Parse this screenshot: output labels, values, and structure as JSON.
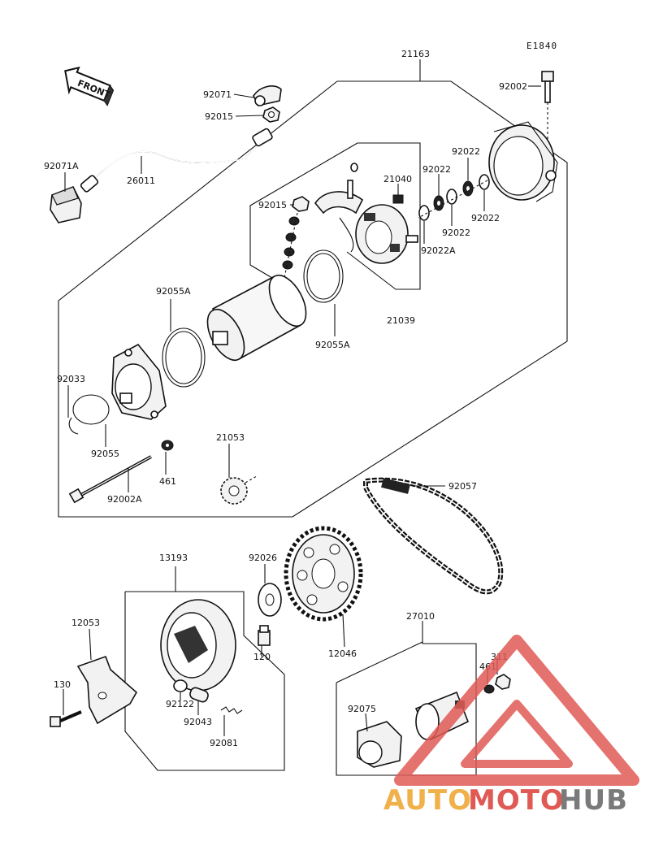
{
  "diagram_code": "E1840",
  "front_label": "FRONT",
  "labels": {
    "p21163": "21163",
    "p92002": "92002",
    "p92071": "92071",
    "p92015_top": "92015",
    "p92071A": "92071A",
    "p26011": "26011",
    "p92015_mid": "92015",
    "p21040": "21040",
    "p92022_a": "92022",
    "p92022_b": "92022",
    "p92022_c": "92022",
    "p92022_d": "92022",
    "p92022A": "92022A",
    "p21039": "21039",
    "p92055A_left": "92055A",
    "p92055A_right": "92055A",
    "p92033": "92033",
    "p92055": "92055",
    "p461_top": "461",
    "p92002A": "92002A",
    "p21053": "21053",
    "p92057": "92057",
    "p13193": "13193",
    "p92026": "92026",
    "p12053": "12053",
    "p120": "120",
    "p12046": "12046",
    "p27010": "27010",
    "p311": "311",
    "p461_bot": "461",
    "p130": "130",
    "p92122": "92122",
    "p92043": "92043",
    "p92081": "92081",
    "p92075": "92075"
  },
  "watermark": {
    "part1": "AUTO",
    "part2": "MOTO",
    "part3": "HUB",
    "color1": "#f0b04a",
    "color2": "#e05a55",
    "color3": "#7a7a7a"
  }
}
